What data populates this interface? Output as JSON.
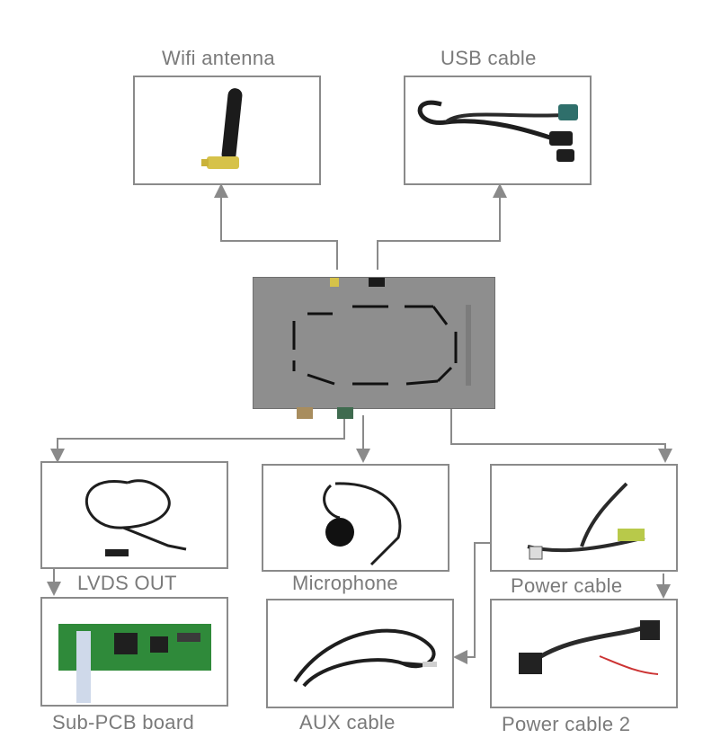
{
  "labels": {
    "wifi_antenna": "Wifi antenna",
    "usb_cable": "USB cable",
    "lvds_out": "LVDS OUT",
    "microphone": "Microphone",
    "power_cable": "Power cable",
    "sub_pcb_board": "Sub-PCB board",
    "aux_cable": "AUX cable",
    "power_cable_2": "Power cable 2"
  },
  "colors": {
    "connector_line": "#8a8a8a",
    "box_border": "#8a8a8a",
    "label_text": "#7a7a7a",
    "module_body": "#8e8e8e",
    "pcb_green": "#2f8a3a",
    "antenna_gold": "#d6c24a"
  }
}
